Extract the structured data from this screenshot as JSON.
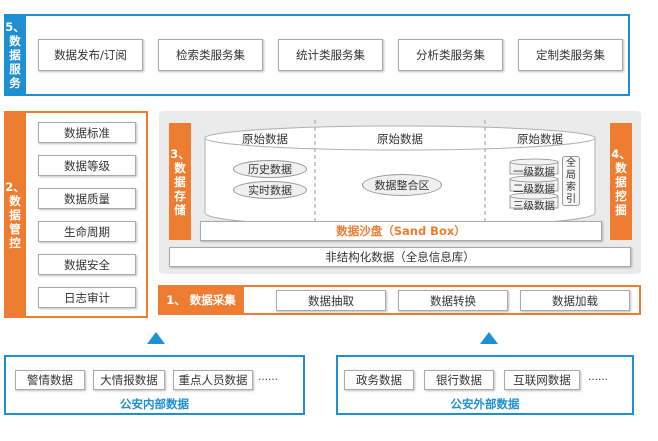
{
  "colors": {
    "blue": "#1f8fd3",
    "orange": "#ef7d31",
    "gray_panel": "#ebebeb"
  },
  "layers": {
    "service": {
      "num": "5、",
      "chars": [
        "数",
        "据",
        "服",
        "务"
      ],
      "items": [
        "数据发布/订阅",
        "检索类服务集",
        "统计类服务集",
        "分析类服务集",
        "定制类服务集"
      ]
    },
    "governance": {
      "num": "2、",
      "chars": [
        "数",
        "据",
        "管",
        "控"
      ],
      "items": [
        "数据标准",
        "数据等级",
        "数据质量",
        "生命周期",
        "数据安全",
        "日志审计"
      ]
    },
    "storage": {
      "num": "3、",
      "chars": [
        "数",
        "据",
        "存",
        "储"
      ]
    },
    "mining": {
      "num": "4、",
      "chars": [
        "数",
        "据",
        "挖",
        "掘"
      ]
    },
    "collection": {
      "label": "1、 数据采集",
      "items": [
        "数据抽取",
        "数据转换",
        "数据加载"
      ]
    }
  },
  "cylinder": {
    "headers": [
      "原始数据",
      "原始数据",
      "原始数据"
    ],
    "history": "历史数据",
    "realtime": "实时数据",
    "integration": "数据整合区",
    "index_items": [
      "一级数据",
      "二级数据",
      "三级数据"
    ],
    "global_index": [
      "全",
      "局",
      "索",
      "引"
    ]
  },
  "sandbox": "数据沙盘（Sand Box）",
  "unstructured": "非结构化数据（全息信息库）",
  "sources": {
    "internal": {
      "title": "公安内部数据",
      "items": [
        "警情数据",
        "大情报数据",
        "重点人员数据"
      ],
      "more": "……"
    },
    "external": {
      "title": "公安外部数据",
      "items": [
        "政务数据",
        "银行数据",
        "互联网数据"
      ],
      "more": "……"
    }
  }
}
